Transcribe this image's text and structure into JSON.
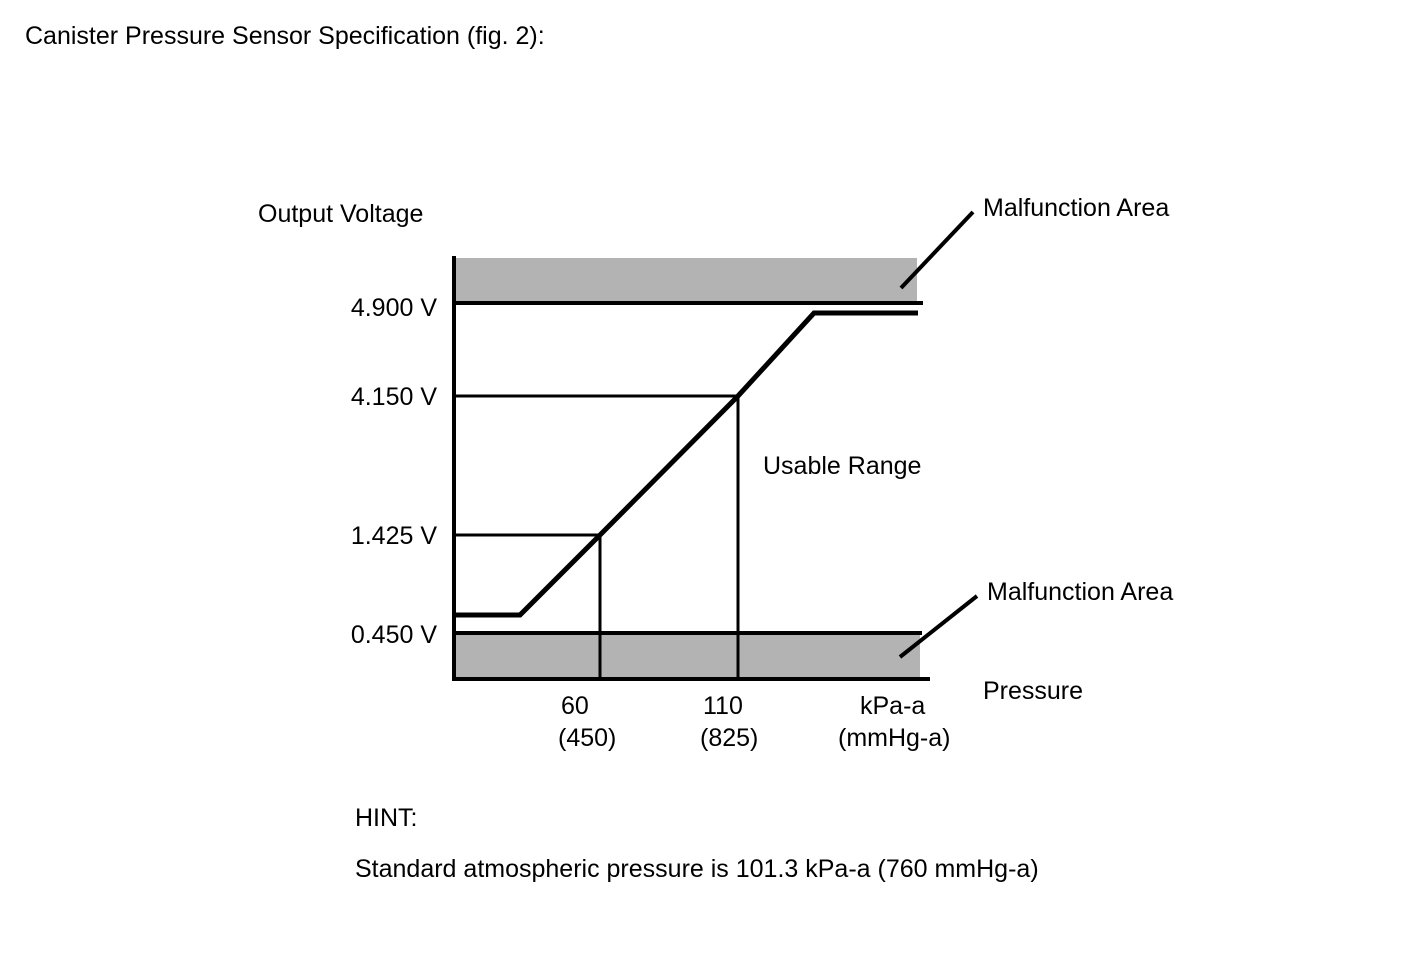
{
  "page": {
    "title": "Canister Pressure Sensor Specification (fig. 2):",
    "hint_label": "HINT:",
    "hint_text": "Standard atmospheric pressure is 101.3 kPa-a (760 mmHg-a)"
  },
  "colors": {
    "background": "#ffffff",
    "malfunction_band_gray": "#b3b3b3",
    "line_black": "#000000"
  },
  "chart_data": {
    "type": "line",
    "title": "Canister Pressure Sensor Specification (fig. 2)",
    "ylabel": "Output Voltage",
    "xlabel": "Pressure",
    "x_unit_primary": "kPa-a",
    "x_unit_secondary": "(mmHg-a)",
    "y_ticks": [
      "4.900 V",
      "4.150 V",
      "1.425 V",
      "0.450 V"
    ],
    "x_ticks": [
      {
        "primary": "60",
        "secondary": "(450)"
      },
      {
        "primary": "110",
        "secondary": "(825)"
      }
    ],
    "annotations": {
      "malfunction_area_top": "Malfunction Area",
      "malfunction_area_bottom": "Malfunction Area",
      "usable_range": "Usable Range"
    },
    "calibration_points": [
      {
        "pressure_kpa_a": 60,
        "pressure_mmhg_a": 450,
        "output_voltage_v": 1.425
      },
      {
        "pressure_kpa_a": 110,
        "pressure_mmhg_a": 825,
        "output_voltage_v": 4.15
      }
    ],
    "usable_range_v": {
      "min": 0.45,
      "max": 4.9
    },
    "malfunction_areas_v": [
      "above 4.900 V",
      "below 0.450 V"
    ],
    "curve_shape": "low flat plateau just above 0.450 V, linear rise through (60 kPa-a, 1.425 V) and (110 kPa-a, 4.150 V), high flat plateau just below 4.900 V",
    "grid": false,
    "legend": "none"
  }
}
